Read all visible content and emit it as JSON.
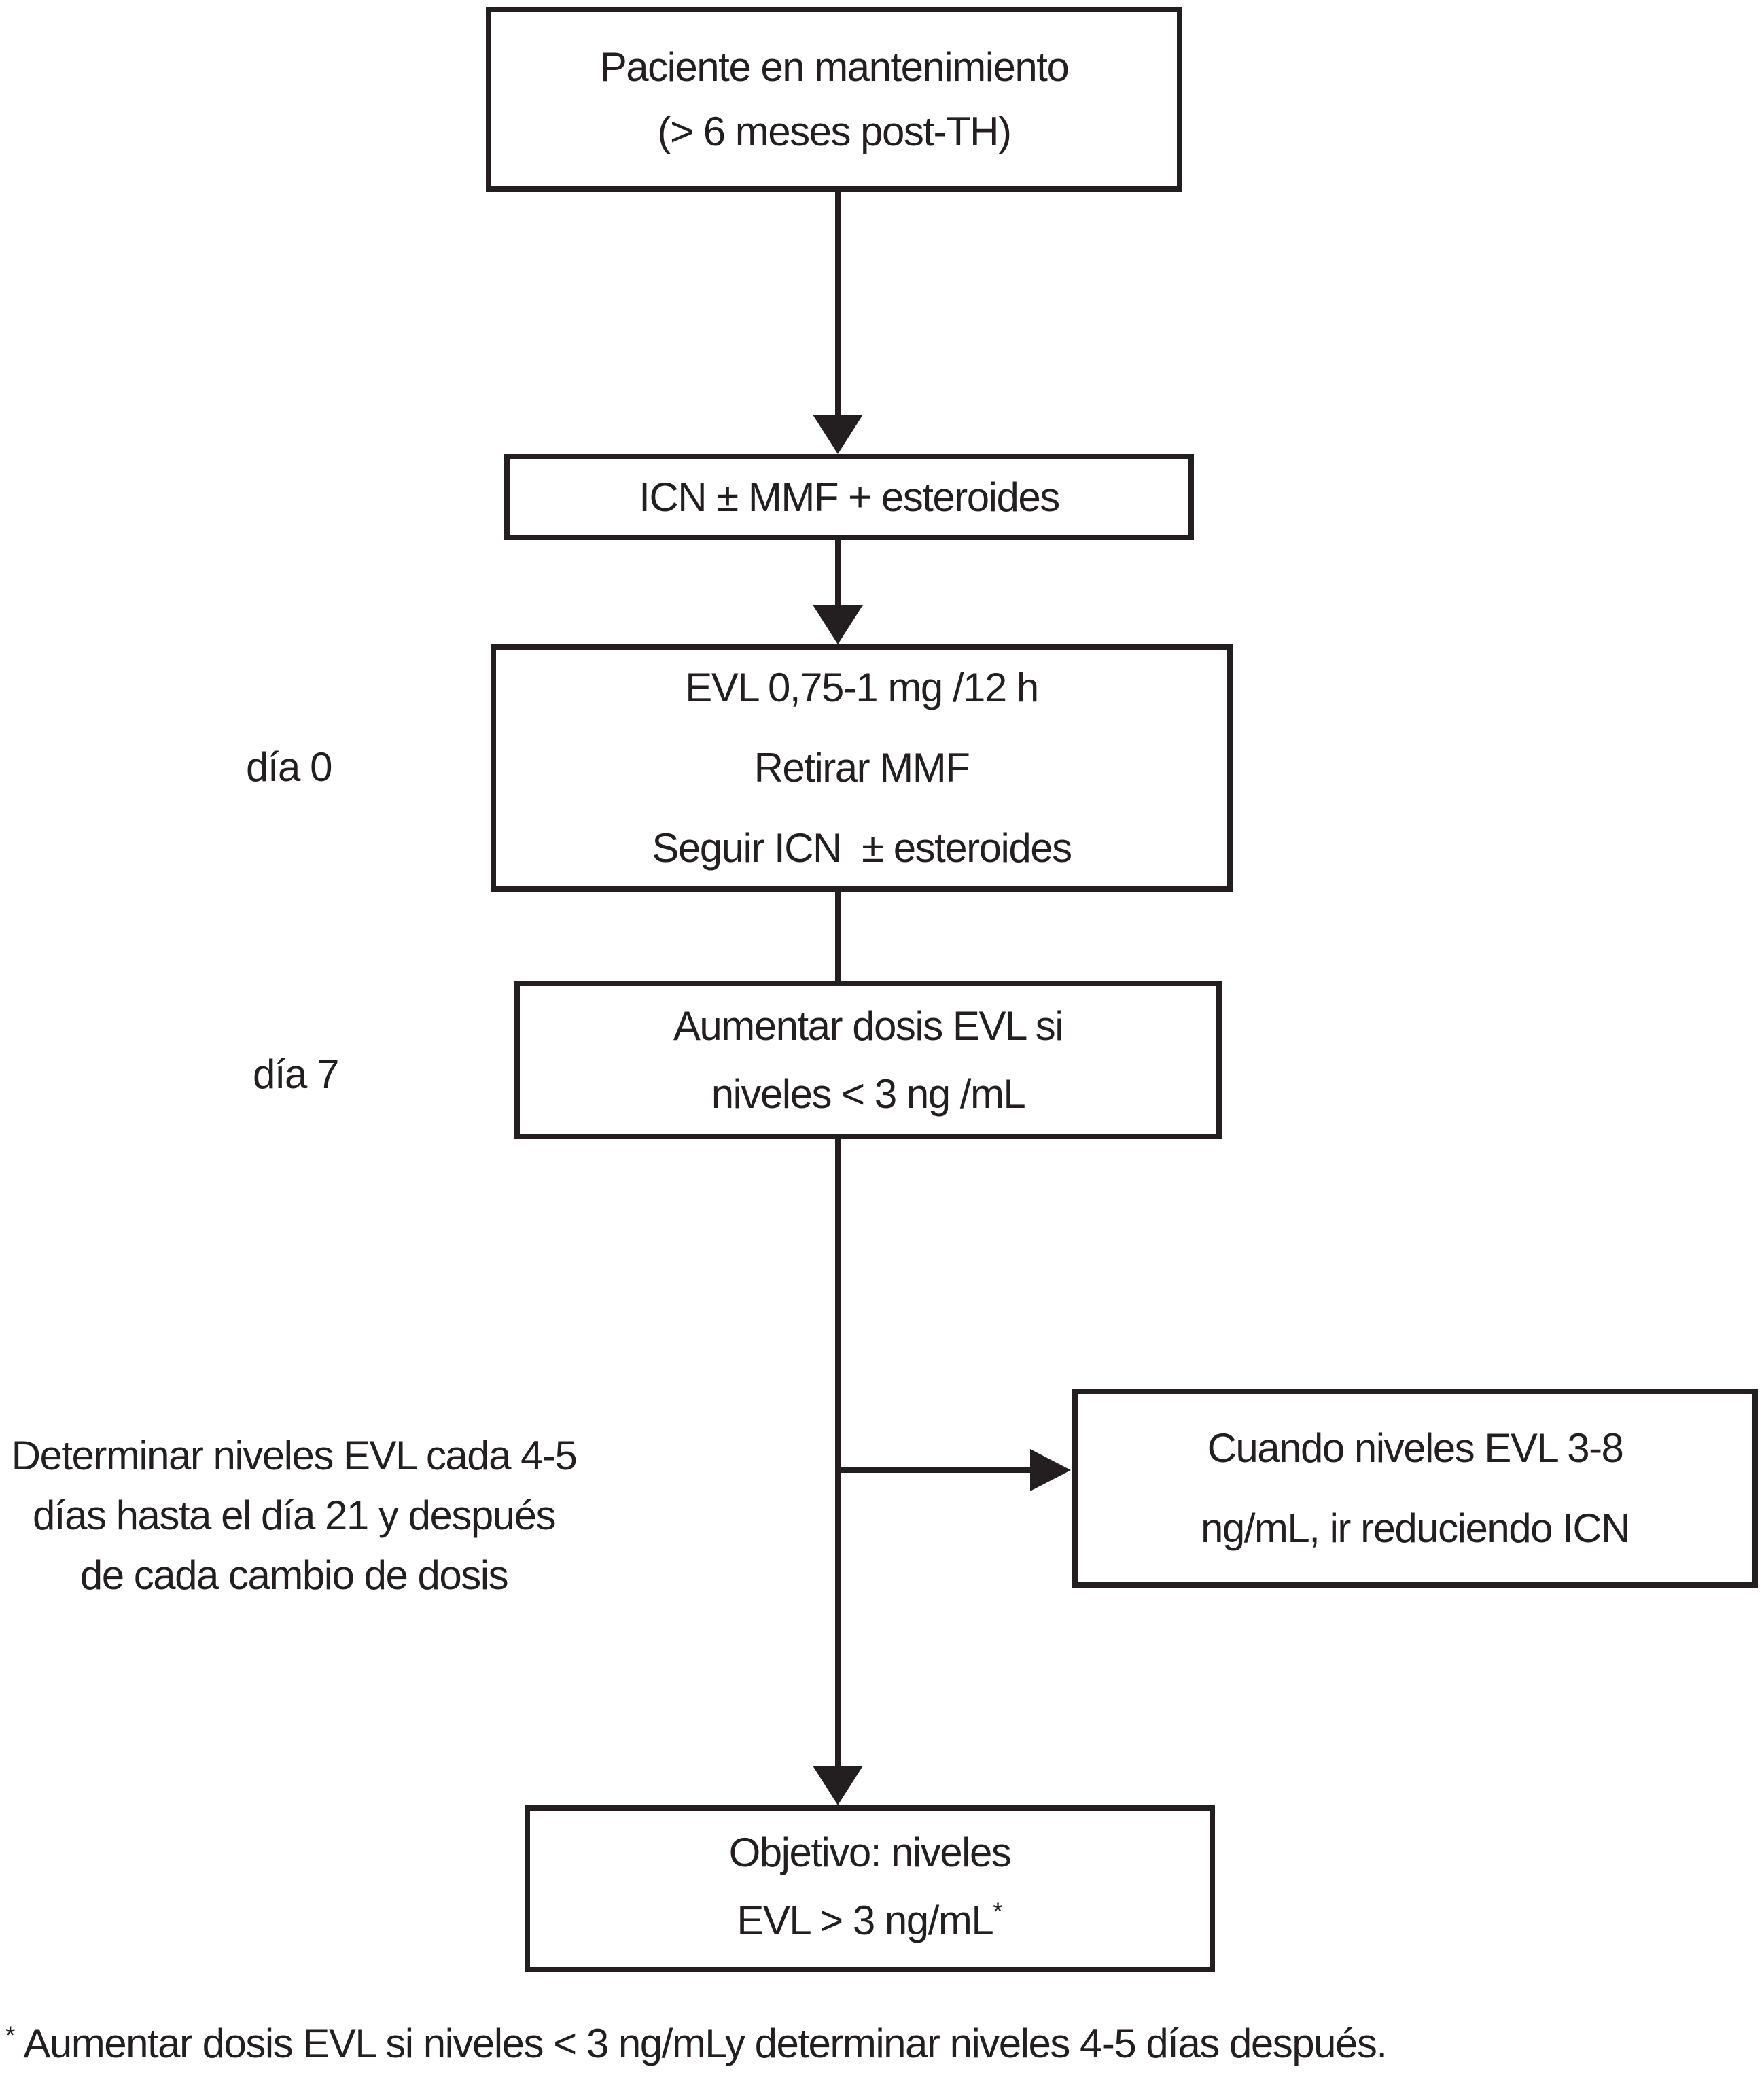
{
  "page": {
    "background": "#ffffff",
    "ink": "#231f20"
  },
  "nodes": {
    "patient": {
      "line1": "Paciente en mantenimiento",
      "line2": "(> 6 meses post-TH)"
    },
    "regimen": {
      "line1": "ICN ± MMF + esteroides"
    },
    "day0_box": {
      "line1": "EVL 0,75-1 mg /12 h",
      "line2": "Retirar MMF",
      "line3": "Seguir ICN  ± esteroides"
    },
    "day7_box": {
      "line1": "Aumentar dosis EVL si",
      "line2": "niveles < 3 ng /mL"
    },
    "reduce_icn": {
      "line1": "Cuando niveles EVL 3-8",
      "line2": "ng/mL, ir reduciendo ICN"
    },
    "objective": {
      "line1": "Objetivo: niveles",
      "line2": "EVL > 3 ng/mL",
      "line2_sup": "*"
    }
  },
  "labels": {
    "day0": "día 0",
    "day7": "día 7",
    "monitoring_note": {
      "line1": "Determinar niveles EVL cada 4-5",
      "line2": "días hasta el día 21 y después",
      "line3": "de cada cambio de dosis"
    }
  },
  "footnote": {
    "marker": "*",
    "text": "Aumentar dosis EVL si niveles < 3 ng/mLy determinar niveles 4-5 días después."
  }
}
